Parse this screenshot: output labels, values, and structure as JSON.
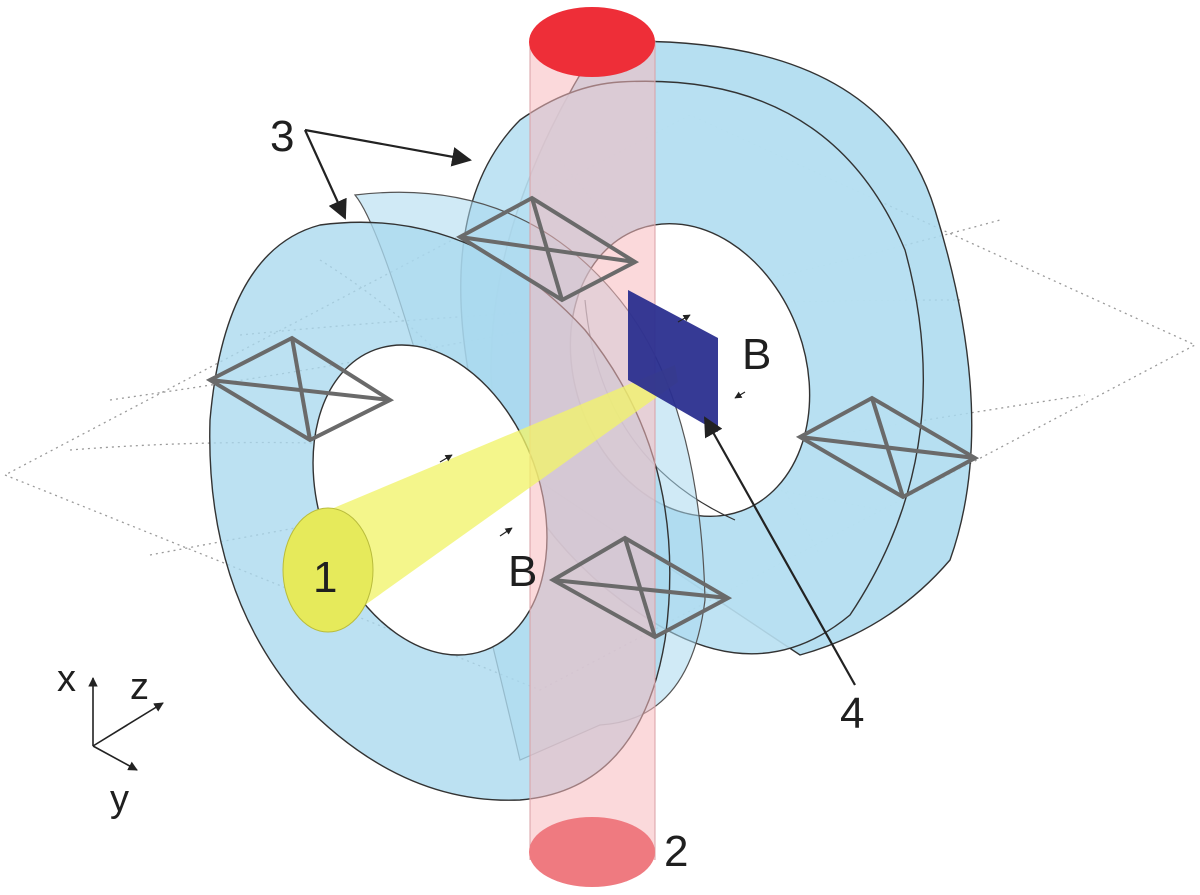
{
  "labels": {
    "l1": "1",
    "l2": "2",
    "l3": "3",
    "l4": "4",
    "b_upper": "B",
    "b_lower": "B"
  },
  "axes": {
    "x": "x",
    "y": "y",
    "z": "z"
  },
  "colors": {
    "coil_fill": "#a9d9ee",
    "coil_stroke": "#333333",
    "beam": "#f1f36a",
    "laser_tube": "#f7c4c4",
    "laser_top": "#ee2e38",
    "laser_bottom": "#ef7a80",
    "plate": "#2b2f8f",
    "winding": "#6a6a6a"
  },
  "icons": {
    "coil_winding": "crossed-rectangle-icon",
    "field_arrow": "arrowhead-icon"
  }
}
